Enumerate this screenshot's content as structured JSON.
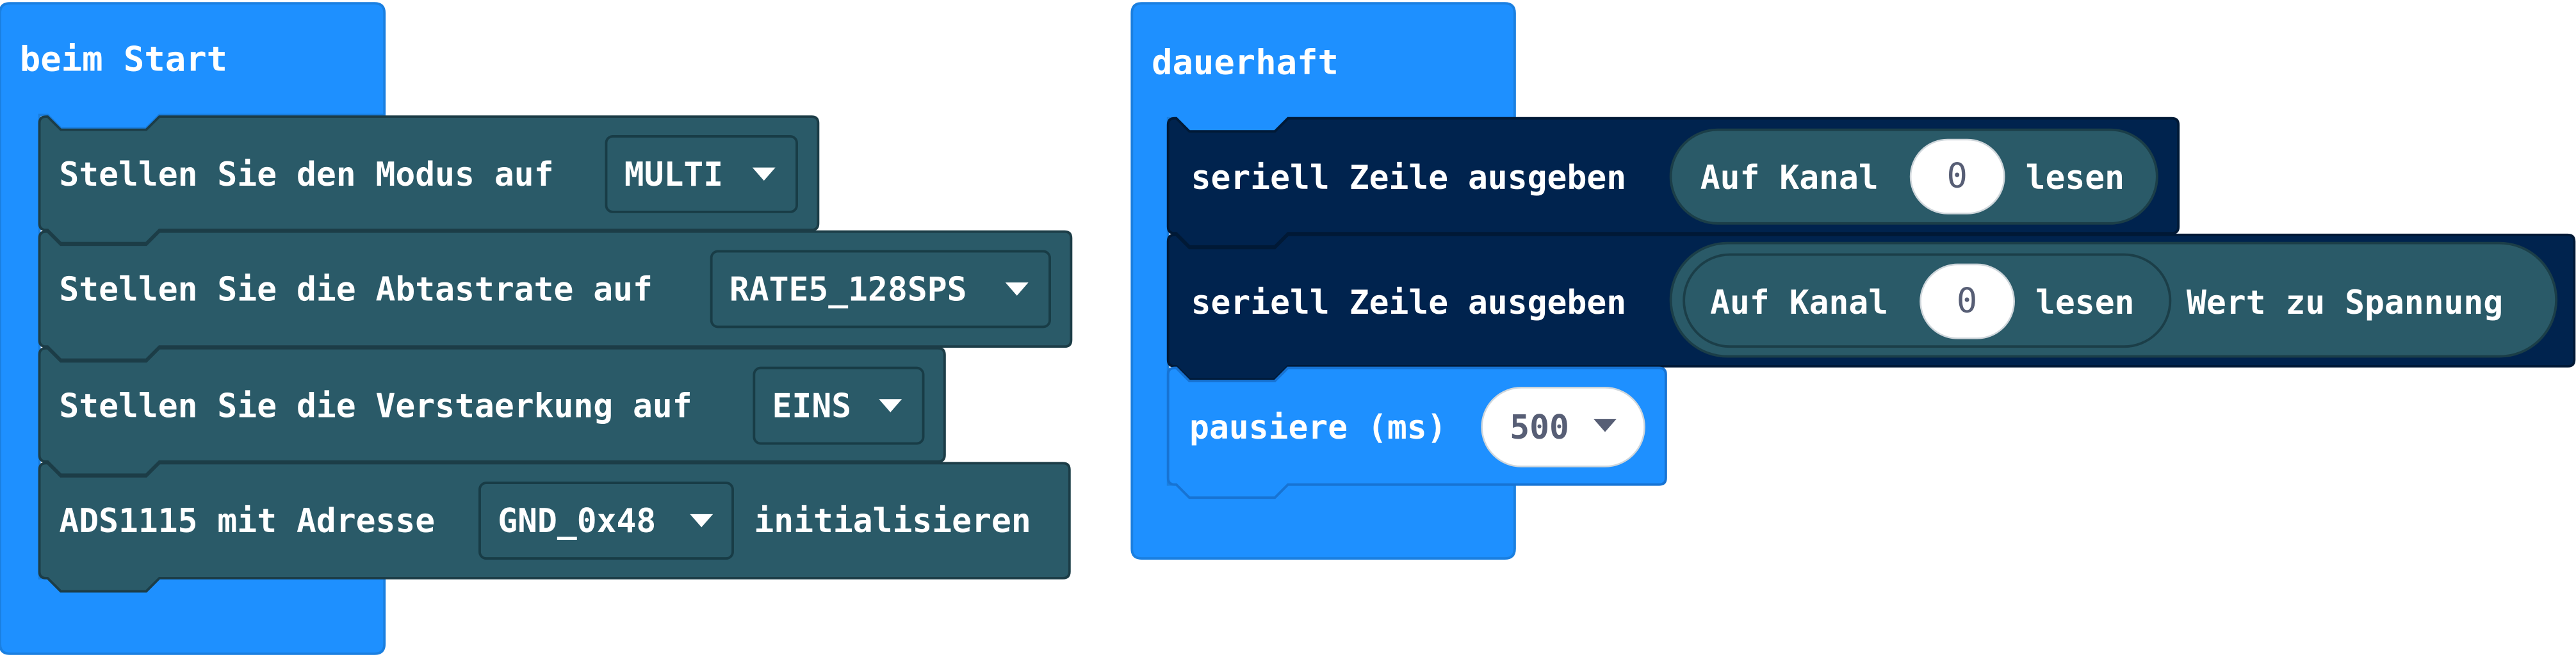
{
  "on_start": {
    "header": "beim Start",
    "set_mode": {
      "label": "Stellen Sie den Modus auf",
      "value": "MULTI"
    },
    "set_rate": {
      "label": "Stellen Sie die Abtastrate auf",
      "value": "RATE5_128SPS"
    },
    "set_gain": {
      "label": "Stellen Sie die Verstaerkung auf",
      "value": "EINS"
    },
    "init": {
      "label_prefix": "ADS1115 mit Adresse",
      "value": "GND_0x48",
      "label_suffix": "initialisieren"
    }
  },
  "forever": {
    "header": "dauerhaft",
    "serial_1": {
      "label": "seriell Zeile ausgeben",
      "read_prefix": "Auf Kanal",
      "channel": "0",
      "read_suffix": "lesen"
    },
    "serial_2": {
      "label": "seriell Zeile ausgeben",
      "read_prefix": "Auf Kanal",
      "channel": "0",
      "read_suffix": "lesen",
      "convert_label": "Wert zu Spannung"
    },
    "pause": {
      "label": "pausiere (ms)",
      "value": "500"
    }
  },
  "colors": {
    "event_blue": "#1e90ff",
    "ads_teal": "#2a5a68",
    "serial_navy": "#00234e",
    "field_text": "#575e75"
  }
}
